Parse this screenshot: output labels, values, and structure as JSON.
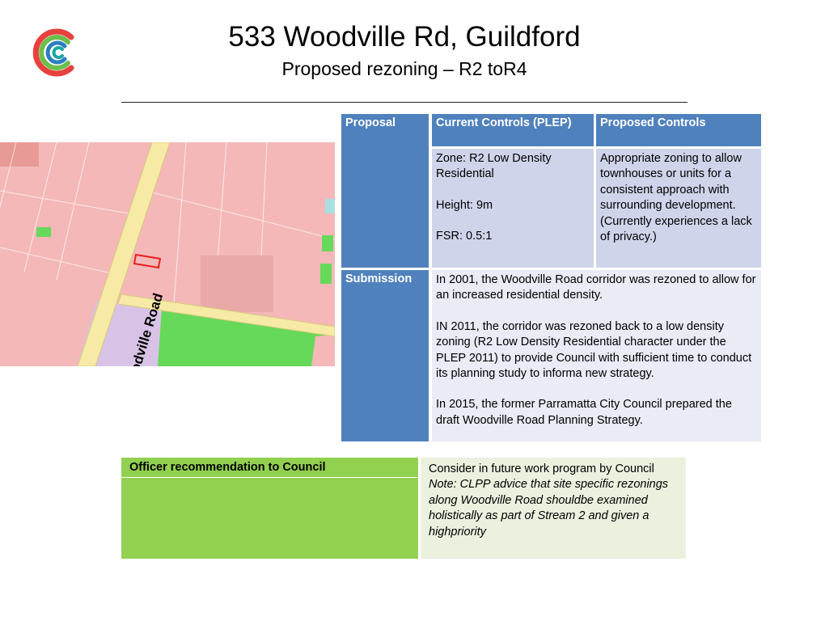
{
  "header": {
    "title": "533 Woodville Rd, Guildford",
    "subtitle": "Proposed rezoning – R2 toR4"
  },
  "map": {
    "road_label": "Woodville Road"
  },
  "table": {
    "headers": [
      "Proposal",
      "Current Controls (PLEP)",
      "Proposed Controls"
    ],
    "current_controls": [
      "Zone: R2 Low Density Residential",
      "Height: 9m",
      "FSR: 0.5:1"
    ],
    "proposed_controls": "Appropriate zoning to allow townhouses or units for a consistent approach with surrounding development. (Currently experiences a lack of privacy.)",
    "submission_label": "Submission",
    "submission_paragraphs": [
      "In 2001, the Woodville Road corridor was rezoned to allow for an increased residential density.",
      "IN 2011, the corridor was rezoned back to a low density zoning (R2 Low Density Residential character under the PLEP 2011) to provide Council with sufficient time to conduct its planning study to informa new strategy.",
      "In 2015, the former Parramatta City Council prepared the draft Woodville Road Planning Strategy."
    ]
  },
  "recommendation": {
    "label": "Officer recommendation to Council",
    "text": "Consider in future work program by Council",
    "note": "Note: CLPP advice that site specific rezonings along Woodville Road shouldbe examined holistically as part of Stream 2 and given a highpriority"
  },
  "colors": {
    "header_blue": "#4f81bd",
    "cell_light": "#d0d4ea",
    "cell_lighter": "#e9ebf5",
    "rec_green": "#92d050",
    "rec_cream": "#ebf1de",
    "logo_teal": "#1aa5a0",
    "logo_blue": "#2a7fc0",
    "logo_red": "#e8403e",
    "logo_green": "#6dbf4b"
  }
}
